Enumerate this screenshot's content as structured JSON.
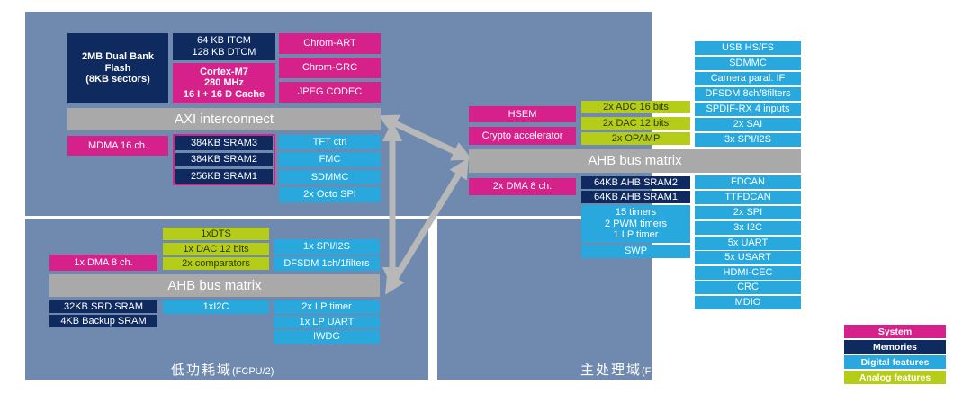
{
  "colors": {
    "system": "#d6218b",
    "memories": "#0f2a5f",
    "digital": "#29a8de",
    "analog": "#b5cc18",
    "bus": "#a9a9a9",
    "domain_bg": "#6f8aae"
  },
  "left_top": {
    "flash": "2MB Dual Bank\nFlash\n(8KB sectors)",
    "itcm": "64 KB ITCM\n128 KB DTCM",
    "cortex": "Cortex-M7\n280 MHz\n16 I + 16 D Cache",
    "chrom_art": "Chrom-ART",
    "chrom_grc": "Chrom-GRC",
    "jpeg": "JPEG CODEC",
    "axi": "AXI interconnect",
    "mdma": "MDMA 16 ch.",
    "sram3": "384KB SRAM3",
    "sram2": "384KB SRAM2",
    "sram1": "256KB SRAM1",
    "tft": "TFT ctrl",
    "fmc": "FMC",
    "sdmmc": "SDMMC",
    "octo_spi": "2x Octo SPI"
  },
  "left_bottom": {
    "dts": "1xDTS",
    "dac": "1x DAC 12 bits",
    "comparators": "2x comparators",
    "spi_i2s": "1x SPI/I2S",
    "dfsdm": "DFSDM 1ch/1filters",
    "dma": "1x DMA 8 ch.",
    "ahb": "AHB bus matrix",
    "srd_sram": "32KB SRD SRAM",
    "backup_sram": "4KB Backup SRAM",
    "i2c": "1xI2C",
    "lp_timer": "2x LP timer",
    "lp_uart": "1x LP UART",
    "iwdg": "IWDG",
    "domain_label": "低功耗域",
    "domain_sub": "(FCPU/2)"
  },
  "right": {
    "hsem": "HSEM",
    "crypto": "Crypto accelerator",
    "adc": "2x ADC 16 bits",
    "dac": "2x DAC 12 bits",
    "opamp": "2x OPAMP",
    "ahb": "AHB bus matrix",
    "dma": "2x DMA 8 ch.",
    "ahb_sram2": "64KB AHB SRAM2",
    "ahb_sram1": "64KB AHB SRAM1",
    "timers": "15 timers\n2 PWM timers\n1 LP timer",
    "swp": "SWP",
    "col": [
      "USB HS/FS",
      "SDMMC",
      "Camera paral. IF",
      "DFSDM 8ch/8filters",
      "SPDIF-RX 4 inputs",
      "2x SAI",
      "3x SPI/I2S"
    ],
    "col2": [
      "FDCAN",
      "TTFDCAN",
      "2x SPI",
      "3x I2C",
      "5x UART",
      "5x USART",
      "HDMI-CEC",
      "CRC",
      "MDIO"
    ],
    "domain_label": "主处理域",
    "domain_sub": "(Fcpu)"
  },
  "legend": {
    "system": "System",
    "memories": "Memories",
    "digital": "Digital features",
    "analog": "Analog features"
  }
}
